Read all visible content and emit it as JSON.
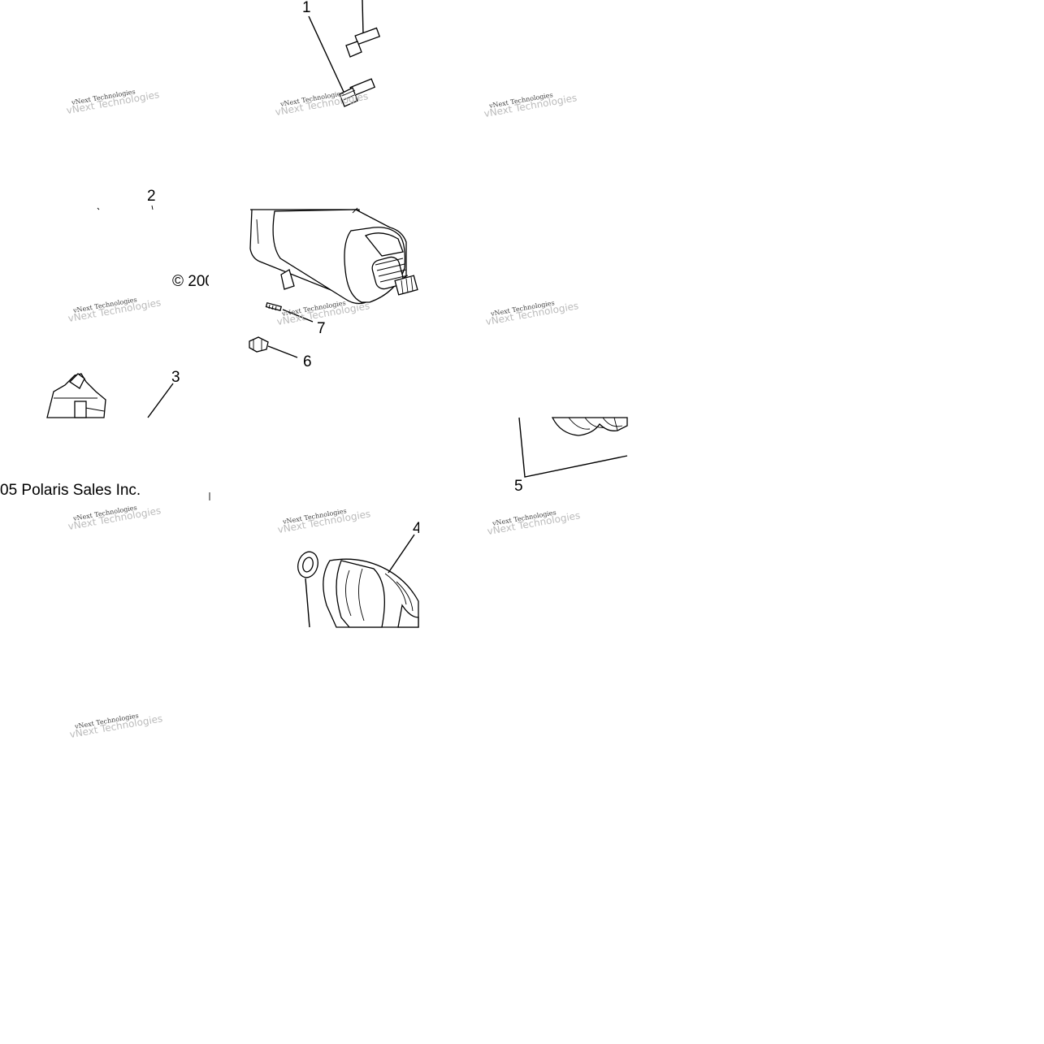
{
  "callouts": {
    "c1": "1",
    "c2": "2",
    "c3": "3",
    "c4": "4",
    "c5": "5",
    "c6": "6",
    "c7": "7"
  },
  "copyright": {
    "fragment_top": "© 200",
    "fragment_bottom": "05 Polaris Sales Inc."
  },
  "watermark": {
    "line1": "vNext Technologies",
    "line2": "vNext Technologies"
  }
}
